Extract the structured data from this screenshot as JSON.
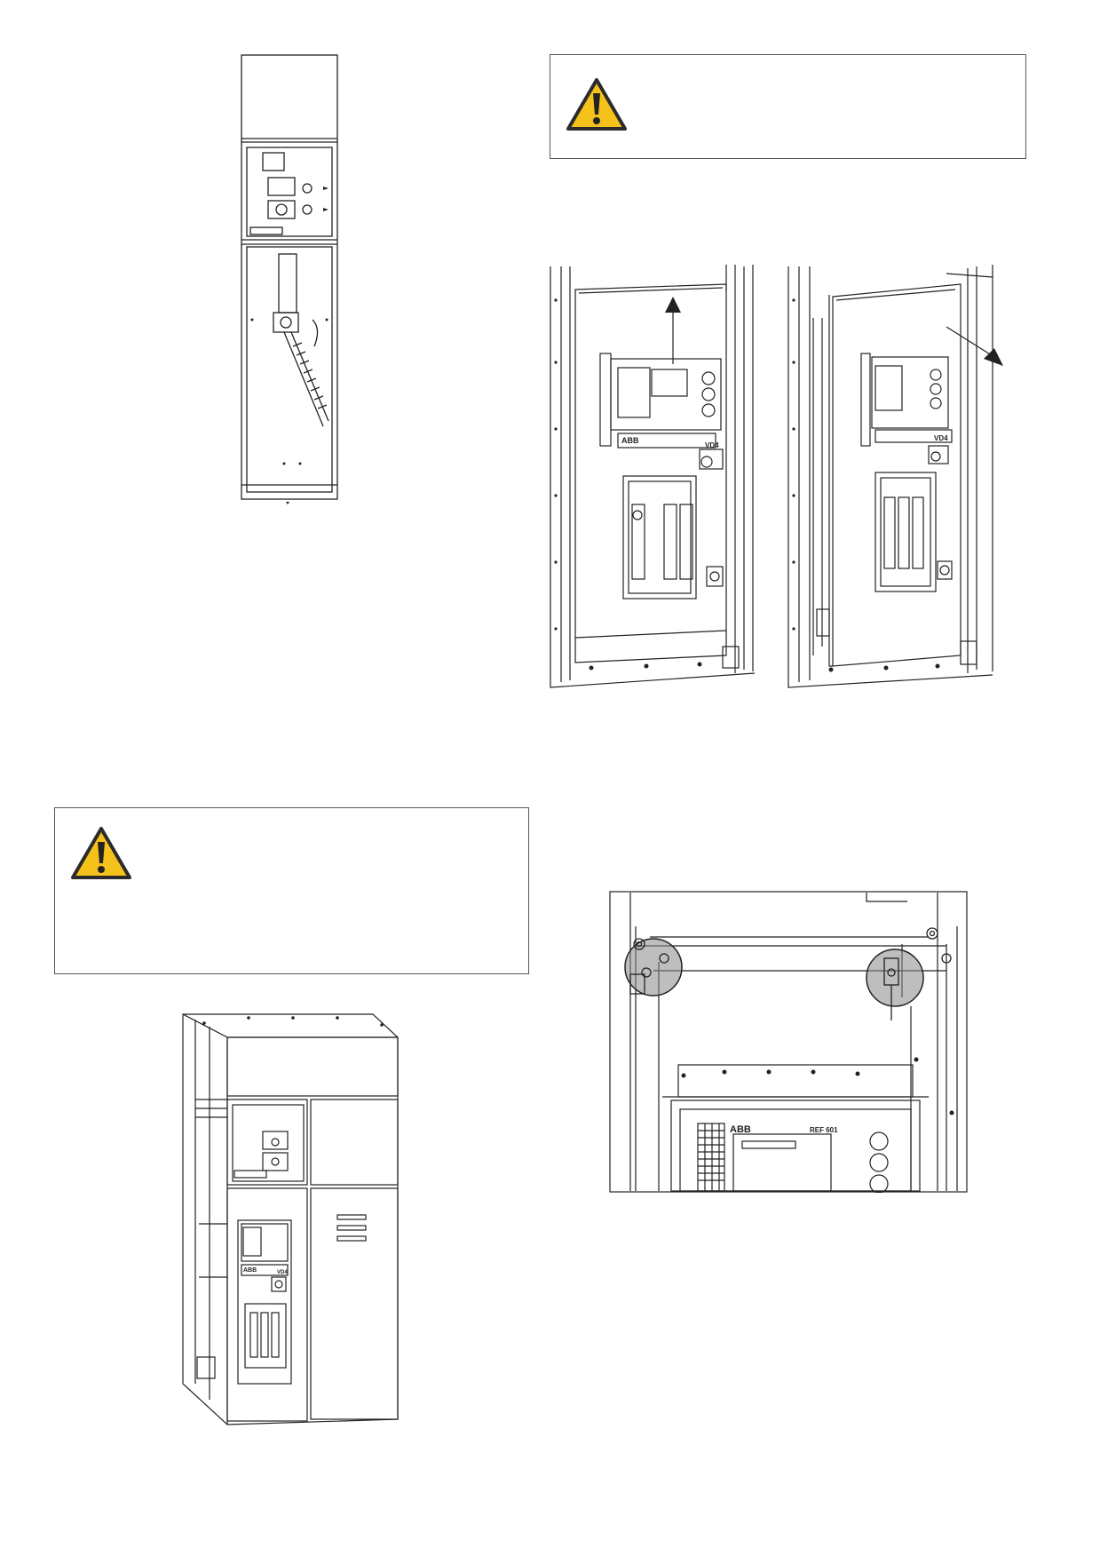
{
  "colors": {
    "warning_fill": "#f5c21b",
    "line": "#222222",
    "box_border": "#555555"
  },
  "icons": {
    "warning": "warning-triangle-icon",
    "arrow": "direction-arrow-icon"
  },
  "figure_texts": {
    "brand": "ABB",
    "breaker_model": "VD4",
    "relay_model": "REF 601"
  }
}
